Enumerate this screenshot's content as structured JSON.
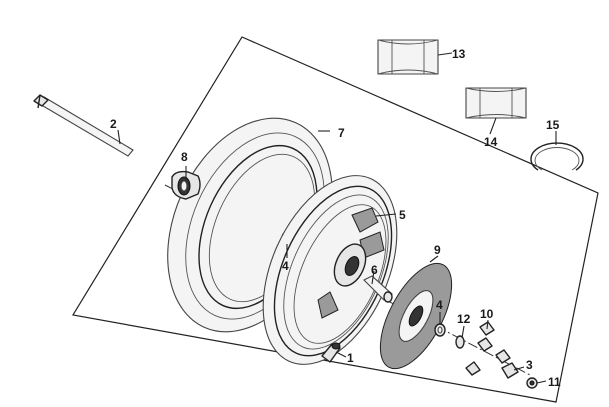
{
  "diagram": {
    "callouts": {
      "c1": "1",
      "c2": "2",
      "c3": "3",
      "c4a": "4",
      "c4b": "4",
      "c5": "5",
      "c6": "6",
      "c7": "7",
      "c8": "8",
      "c9": "9",
      "c10": "10",
      "c11": "11",
      "c12": "12",
      "c13": "13",
      "c14": "14",
      "c15": "15"
    }
  }
}
